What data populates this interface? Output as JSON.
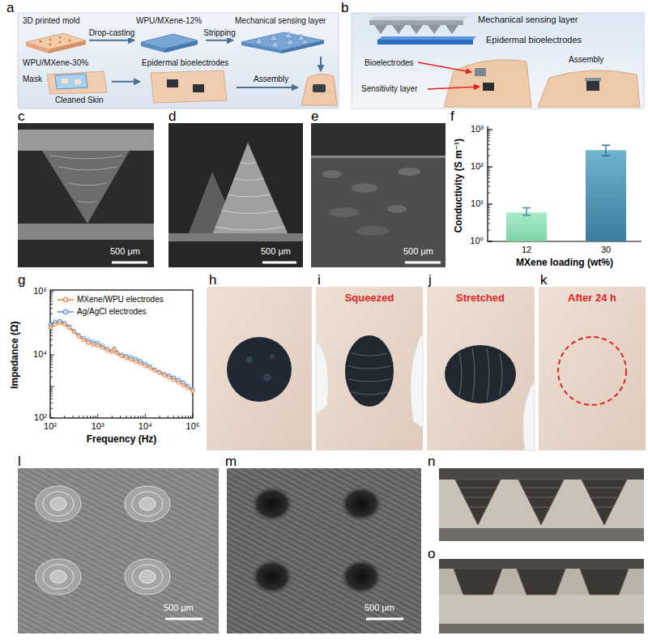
{
  "diagram": {
    "nodes": [
      {
        "text": [
          "3D printed mold"
        ]
      },
      {
        "text": [
          "WPU/MXene-12%"
        ]
      },
      {
        "text": [
          "Mechanical sensing layer"
        ]
      },
      {
        "text": [
          "WPU/MXene-30%",
          "Mask",
          "Cleaned Skin"
        ]
      },
      {
        "text": [
          "Epidermal bioelectrodes"
        ]
      },
      {
        "text": [
          "Mechanical sensing layer",
          "Epidermal bioelectrodes"
        ]
      }
    ],
    "edges": [
      {
        "from": 0,
        "to": 1,
        "label": "Drop-casting",
        "arrow": "to"
      },
      {
        "from": 1,
        "to": 2,
        "label": "Stripping",
        "arrow": "to"
      },
      {
        "from": 3,
        "to": 4,
        "arrow": "to"
      }
    ],
    "labels": [
      "a",
      "Assembly",
      "b",
      "Bioelectrodes",
      "Sensitivity layer",
      "Assembly",
      "c",
      "500 μm",
      "d",
      "500 μm",
      "e",
      "500 μm",
      "f",
      "10³",
      "10²",
      "10¹",
      "10⁰",
      "Conductivity (S m⁻¹)",
      "12",
      "30",
      "MXene loading (wt%)",
      "g",
      "10⁶",
      "10⁴",
      "10²",
      "Impedance (Ω)",
      "10²",
      "10³",
      "10⁴",
      "10⁵",
      "Frequency (Hz)",
      "h",
      "i",
      "Squeezed",
      "j",
      "Stretched",
      "k",
      "After 24 h",
      "l",
      "500 μm",
      "m",
      "500 μm",
      "n",
      "o"
    ],
    "legend": [
      {
        "text": "MXene/WPU electrodes"
      },
      {
        "text": "Ag/AgCl electrodes"
      }
    ]
  }
}
